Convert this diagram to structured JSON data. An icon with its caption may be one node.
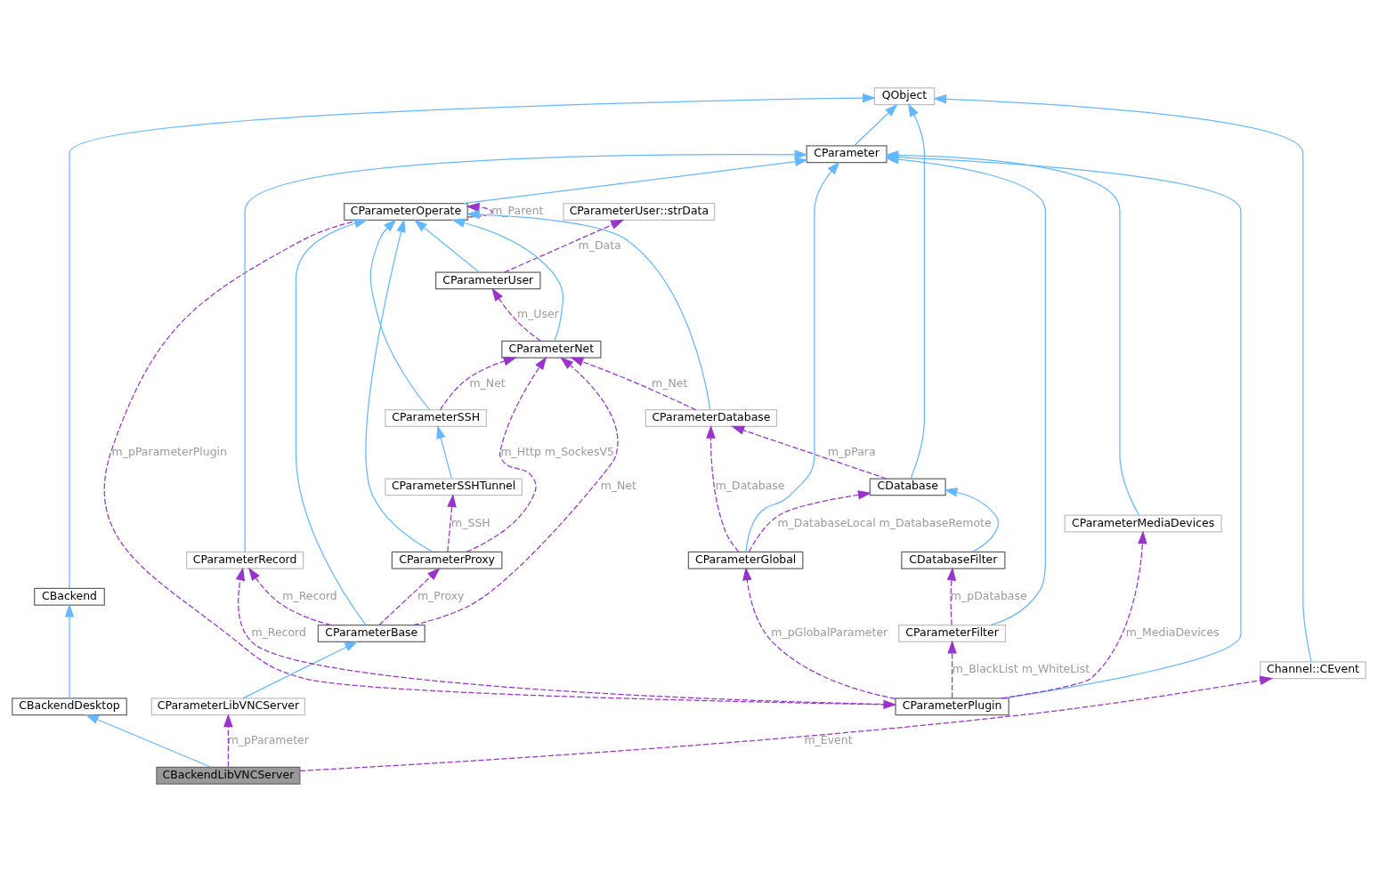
{
  "diagram": {
    "nodes": [
      {
        "text": [
          "QObject"
        ]
      },
      {
        "text": [
          "CBackend"
        ]
      },
      {
        "text": [
          "CParameter"
        ]
      },
      {
        "text": [
          "Channel::CEvent"
        ]
      },
      {
        "text": [
          "CParameterOperate"
        ]
      },
      {
        "text": [
          "CParameterUser::strData"
        ]
      },
      {
        "text": [
          "CBackendDesktop"
        ]
      },
      {
        "text": [
          "CParameterUser"
        ]
      },
      {
        "text": [
          "CParameterMediaDevices"
        ]
      },
      {
        "text": [
          "CParameterNet"
        ]
      },
      {
        "text": [
          "CParameterSSH"
        ]
      },
      {
        "text": [
          "CParameterDatabase"
        ]
      },
      {
        "text": [
          "CParameterSSHTunnel"
        ]
      },
      {
        "text": [
          "CDatabase"
        ]
      },
      {
        "text": [
          "CParameterProxy"
        ]
      },
      {
        "text": [
          "CParameterRecord"
        ]
      },
      {
        "text": [
          "CParameterGlobal"
        ]
      },
      {
        "text": [
          "CDatabaseFilter"
        ]
      },
      {
        "text": [
          "CParameterBase"
        ]
      },
      {
        "text": [
          "CParameterFilter"
        ]
      },
      {
        "text": [
          "CParameterLibVNCServer"
        ]
      },
      {
        "text": [
          "CParameterPlugin"
        ]
      },
      {
        "text": [
          "CBackendLibVNCServer"
        ]
      }
    ],
    "edges": [
      {
        "from": 1,
        "to": 0,
        "arrow": "to"
      },
      {
        "from": 2,
        "to": 0,
        "arrow": "to"
      },
      {
        "from": 3,
        "to": 0,
        "arrow": "to"
      },
      {
        "from": 13,
        "to": 0,
        "arrow": "to"
      },
      {
        "from": 6,
        "to": 1,
        "arrow": "to"
      },
      {
        "from": 4,
        "to": 2,
        "arrow": "to"
      },
      {
        "from": 15,
        "to": 2,
        "arrow": "to"
      },
      {
        "from": 16,
        "to": 2,
        "arrow": "to"
      },
      {
        "from": 21,
        "to": 2,
        "arrow": "to"
      },
      {
        "from": 8,
        "to": 2,
        "arrow": "to"
      },
      {
        "from": 19,
        "to": 2,
        "arrow": "to"
      },
      {
        "from": 7,
        "to": 4,
        "arrow": "to"
      },
      {
        "from": 9,
        "to": 4,
        "arrow": "to"
      },
      {
        "from": 10,
        "to": 4,
        "arrow": "to"
      },
      {
        "from": 14,
        "to": 4,
        "arrow": "to"
      },
      {
        "from": 18,
        "to": 4,
        "arrow": "to"
      },
      {
        "from": 11,
        "to": 4,
        "arrow": "to"
      },
      {
        "from": 12,
        "to": 10,
        "arrow": "to"
      },
      {
        "from": 17,
        "to": 13,
        "arrow": "to"
      },
      {
        "from": 20,
        "to": 18,
        "arrow": "to"
      },
      {
        "from": 22,
        "to": 6,
        "arrow": "to"
      },
      {
        "from": 4,
        "to": 4,
        "arrow": "to",
        "label": "m_Parent",
        "style": "dashed",
        "color": "#9a32cd"
      },
      {
        "from": 7,
        "to": 5,
        "arrow": "to",
        "label": "m_Data",
        "style": "dashed",
        "color": "#9a32cd"
      },
      {
        "from": 9,
        "to": 7,
        "arrow": "to",
        "label": "m_User",
        "style": "dashed",
        "color": "#9a32cd"
      },
      {
        "from": 10,
        "to": 9,
        "arrow": "to",
        "label": "m_Net",
        "style": "dashed",
        "color": "#9a32cd"
      },
      {
        "from": 11,
        "to": 9,
        "arrow": "to",
        "label": "m_Net",
        "style": "dashed",
        "color": "#9a32cd"
      },
      {
        "from": 14,
        "to": 9,
        "arrow": "to",
        "label": "m_Http m_SockesV5",
        "style": "dashed",
        "color": "#9a32cd"
      },
      {
        "from": 18,
        "to": 9,
        "arrow": "to",
        "label": "m_Net",
        "style": "dashed",
        "color": "#9a32cd"
      },
      {
        "from": 14,
        "to": 12,
        "arrow": "to",
        "label": "m_SSH",
        "style": "dashed",
        "color": "#9a32cd"
      },
      {
        "from": 18,
        "to": 14,
        "arrow": "to",
        "label": "m_Proxy",
        "style": "dashed",
        "color": "#9a32cd"
      },
      {
        "from": 18,
        "to": 15,
        "arrow": "to",
        "label": "m_Record",
        "style": "dashed",
        "color": "#9a32cd"
      },
      {
        "from": 13,
        "to": 11,
        "arrow": "to",
        "label": "m_pPara",
        "style": "dashed",
        "color": "#9a32cd"
      },
      {
        "from": 16,
        "to": 11,
        "arrow": "to",
        "label": "m_Database",
        "style": "dashed",
        "color": "#9a32cd"
      },
      {
        "from": 16,
        "to": 13,
        "arrow": "to",
        "label": "m_DatabaseLocal m_DatabaseRemote",
        "style": "dashed",
        "color": "#9a32cd"
      },
      {
        "from": 19,
        "to": 17,
        "arrow": "to",
        "label": "m_pDatabase",
        "style": "dashed",
        "color": "#9a32cd"
      },
      {
        "from": 21,
        "to": 15,
        "arrow": "to",
        "label": "m_Record",
        "style": "dashed",
        "color": "#9a32cd"
      },
      {
        "from": 21,
        "to": 16,
        "arrow": "to",
        "label": "m_pGlobalParameter",
        "style": "dashed",
        "color": "#9a32cd"
      },
      {
        "from": 21,
        "to": 19,
        "arrow": "to",
        "label": "m_BlackList m_WhiteList",
        "style": "dashed",
        "color": "#9a32cd"
      },
      {
        "from": 21,
        "to": 8,
        "arrow": "to",
        "label": "m_MediaDevices",
        "style": "dashed",
        "color": "#9a32cd"
      },
      {
        "from": 4,
        "to": 21,
        "arrow": "to",
        "label": "m_pParameterPlugin",
        "style": "dashed",
        "color": "#9a32cd"
      },
      {
        "from": 22,
        "to": 20,
        "arrow": "to",
        "label": "m_pParameter",
        "style": "dashed",
        "color": "#9a32cd"
      },
      {
        "from": 22,
        "to": 3,
        "arrow": "to",
        "label": "m_Event",
        "style": "dashed",
        "color": "#9a32cd"
      }
    ]
  }
}
